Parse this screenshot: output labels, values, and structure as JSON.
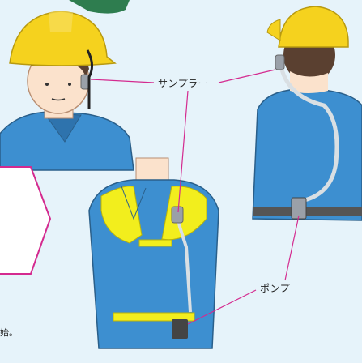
{
  "labels": {
    "sampler": "サンプラー",
    "pump": "ポンプ",
    "footnote_fragment": "始。"
  },
  "colors": {
    "background": "#e6f3fa",
    "helmet": "#f5d21e",
    "uniform": "#3d8fd0",
    "uniform_shadow": "#2e73ad",
    "vest": "#f2ee1d",
    "skin": "#fbe2cc",
    "hair": "#5a4030",
    "callout_border": "#d42a8f",
    "leader_line": "#d42a8f",
    "device": "#9aa0a8",
    "belt": "#555555",
    "tube": "#d9dfe3"
  },
  "icons": [
    "helmet-icon",
    "sampler-device-icon",
    "pump-device-icon"
  ]
}
